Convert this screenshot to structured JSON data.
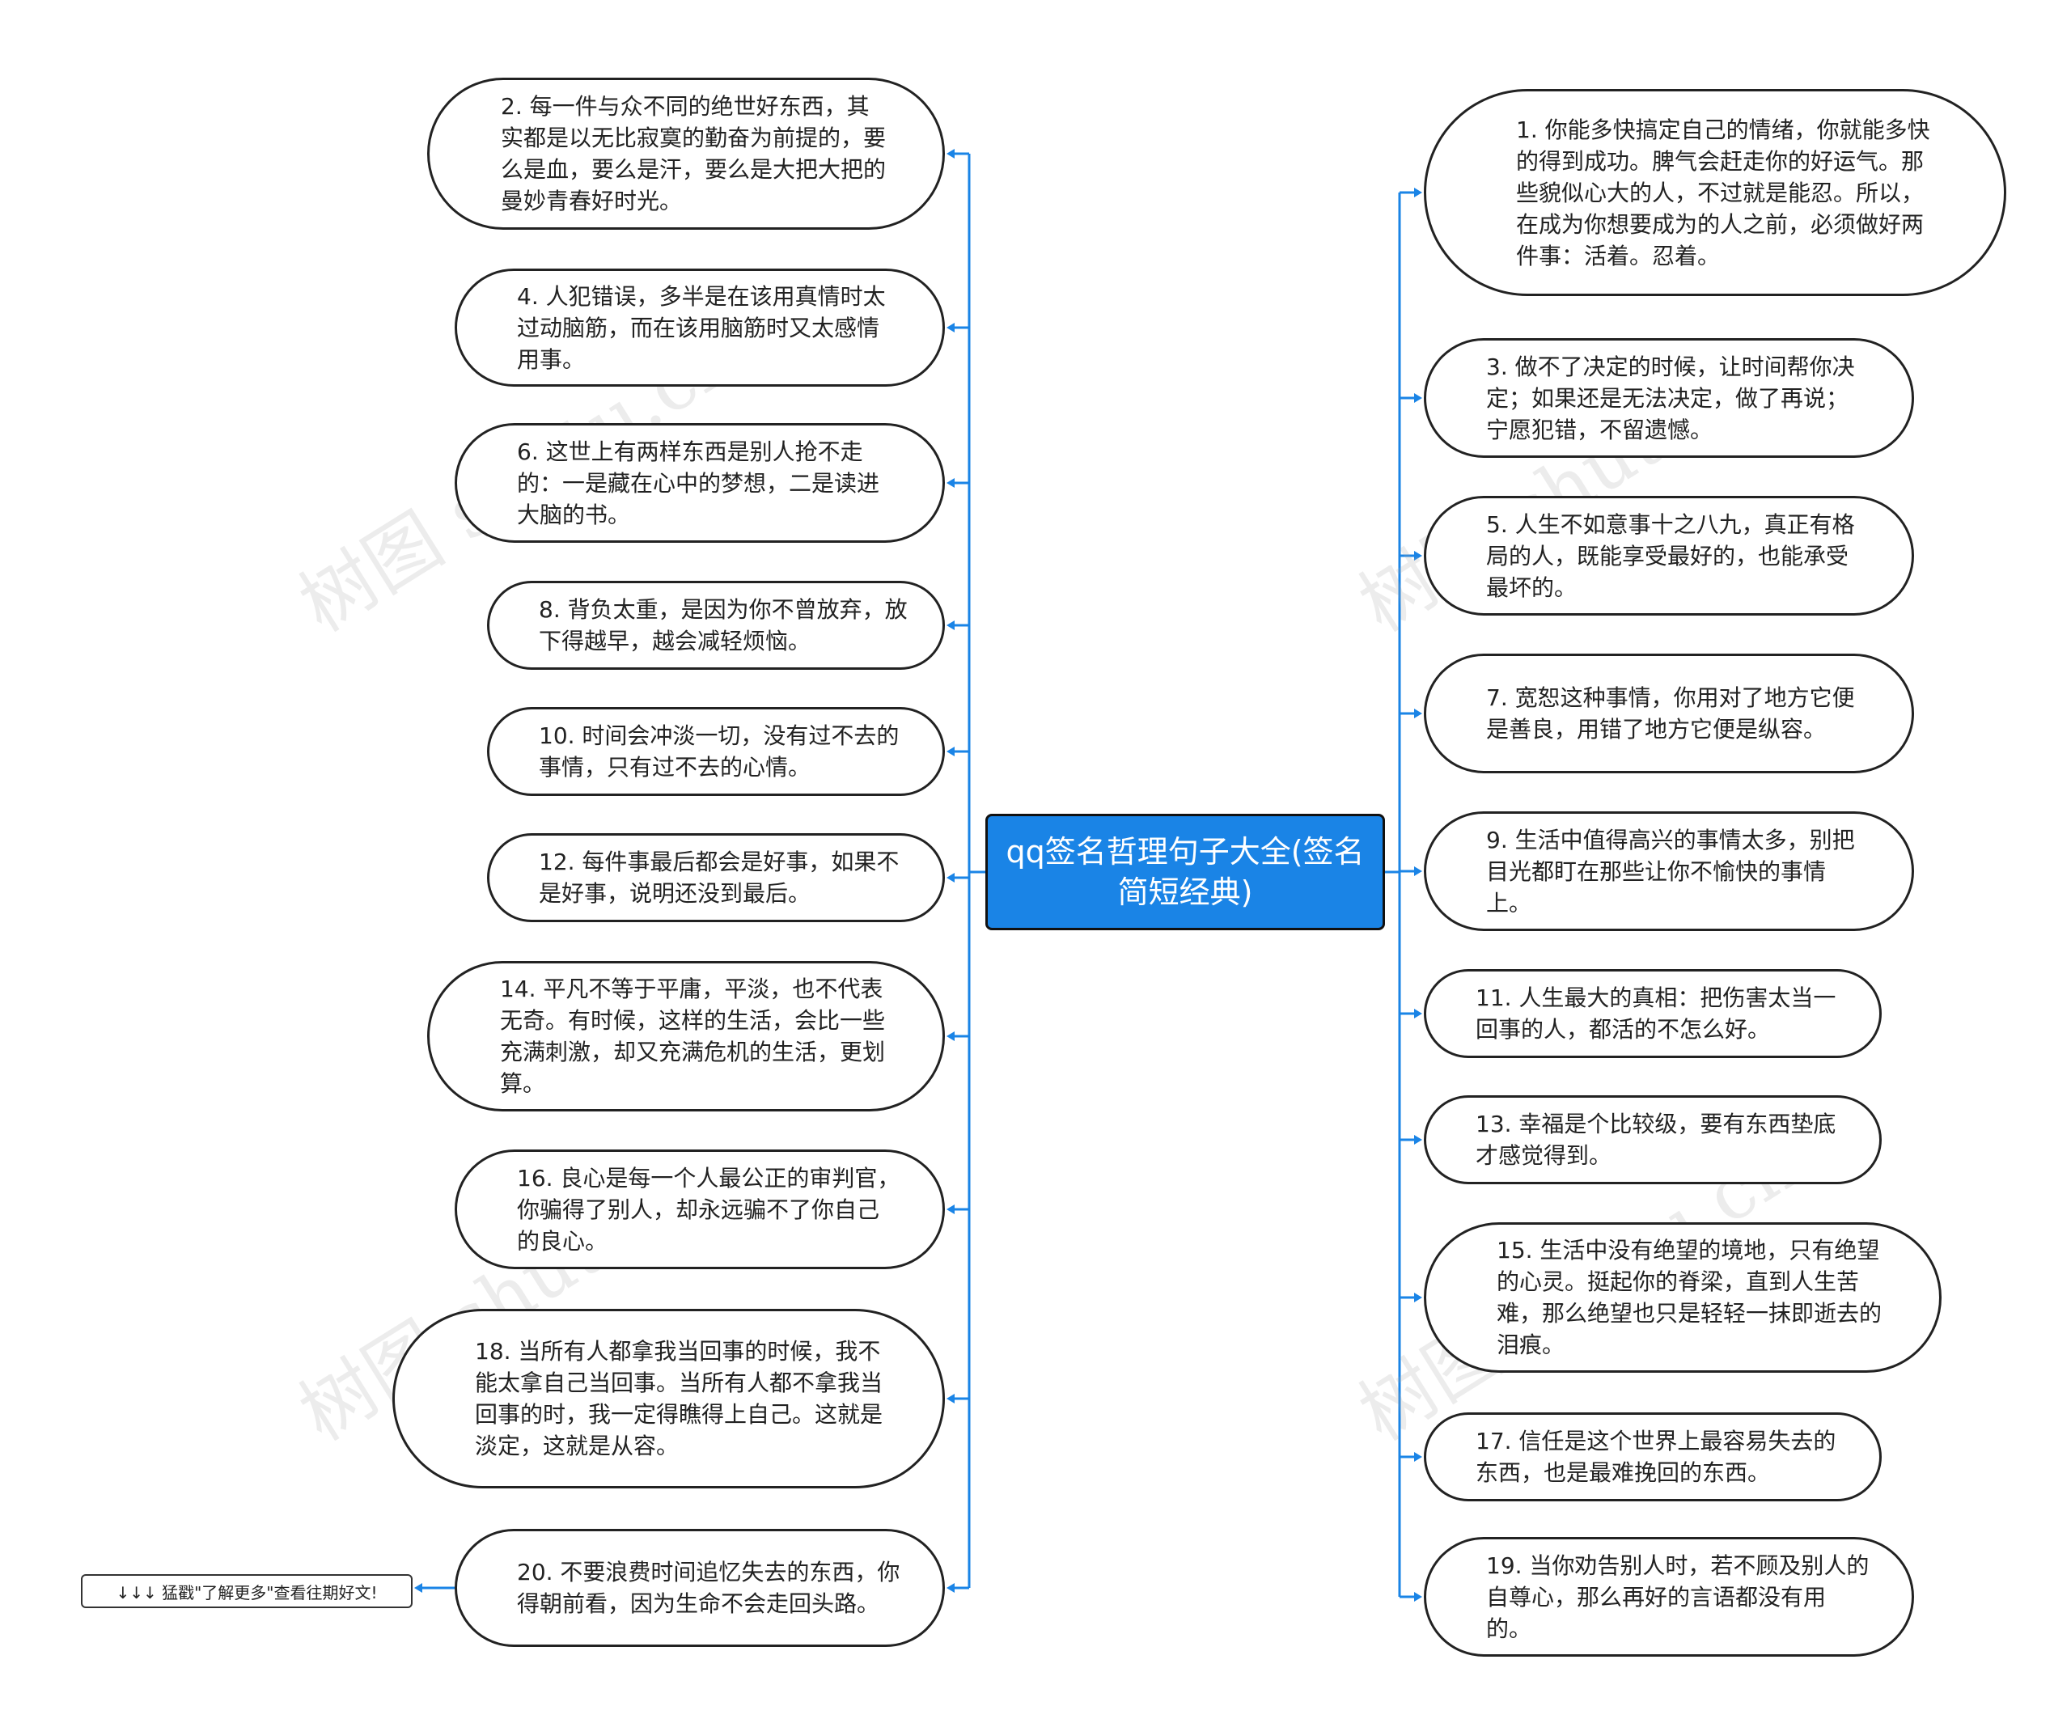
{
  "root": {
    "title": "qq签名哲理句子大全(签名简短经典)"
  },
  "watermark": "树图 shutu.cn",
  "more_link": "↓↓↓ 猛戳\"了解更多\"查看往期好文!",
  "colors": {
    "root_bg": "#1a84e6",
    "connector": "#1a84e6",
    "node_border": "#222222"
  },
  "left_nodes": [
    {
      "text": "2. 每一件与众不同的绝世好东西，其实都是以无比寂寞的勤奋为前提的，要么是血，要么是汗，要么是大把大把的曼妙青春好时光。"
    },
    {
      "text": "4. 人犯错误，多半是在该用真情时太过动脑筋，而在该用脑筋时又太感情用事。"
    },
    {
      "text": "6. 这世上有两样东西是别人抢不走的：一是藏在心中的梦想，二是读进大脑的书。"
    },
    {
      "text": "8. 背负太重，是因为你不曾放弃，放下得越早，越会减轻烦恼。"
    },
    {
      "text": "10. 时间会冲淡一切，没有过不去的事情，只有过不去的心情。"
    },
    {
      "text": "12. 每件事最后都会是好事，如果不是好事，说明还没到最后。"
    },
    {
      "text": "14. 平凡不等于平庸，平淡，也不代表无奇。有时候，这样的生活，会比一些充满刺激，却又充满危机的生活，更划算。"
    },
    {
      "text": "16. 良心是每一个人最公正的审判官，你骗得了别人，却永远骗不了你自己的良心。"
    },
    {
      "text": "18. 当所有人都拿我当回事的时候，我不能太拿自己当回事。当所有人都不拿我当回事的时，我一定得瞧得上自己。这就是淡定，这就是从容。"
    },
    {
      "text": "20. 不要浪费时间追忆失去的东西，你得朝前看，因为生命不会走回头路。"
    }
  ],
  "right_nodes": [
    {
      "text": "1. 你能多快搞定自己的情绪，你就能多快的得到成功。脾气会赶走你的好运气。那些貌似心大的人，不过就是能忍。所以，在成为你想要成为的人之前，必须做好两件事：活着。忍着。"
    },
    {
      "text": "3. 做不了决定的时候，让时间帮你决定；如果还是无法决定，做了再说；宁愿犯错，不留遗憾。"
    },
    {
      "text": "5. 人生不如意事十之八九，真正有格局的人，既能享受最好的，也能承受最坏的。"
    },
    {
      "text": "7. 宽恕这种事情，你用对了地方它便是善良，用错了地方它便是纵容。"
    },
    {
      "text": "9. 生活中值得高兴的事情太多，别把目光都盯在那些让你不愉快的事情上。"
    },
    {
      "text": "11. 人生最大的真相：把伤害太当一回事的人，都活的不怎么好。"
    },
    {
      "text": "13. 幸福是个比较级，要有东西垫底才感觉得到。"
    },
    {
      "text": "15. 生活中没有绝望的境地，只有绝望的心灵。挺起你的脊梁，直到人生苦难，那么绝望也只是轻轻一抹即逝去的泪痕。"
    },
    {
      "text": "17. 信任是这个世界上最容易失去的东西，也是最难挽回的东西。"
    },
    {
      "text": "19. 当你劝告别人时，若不顾及别人的自尊心，那么再好的言语都没有用的。"
    }
  ]
}
